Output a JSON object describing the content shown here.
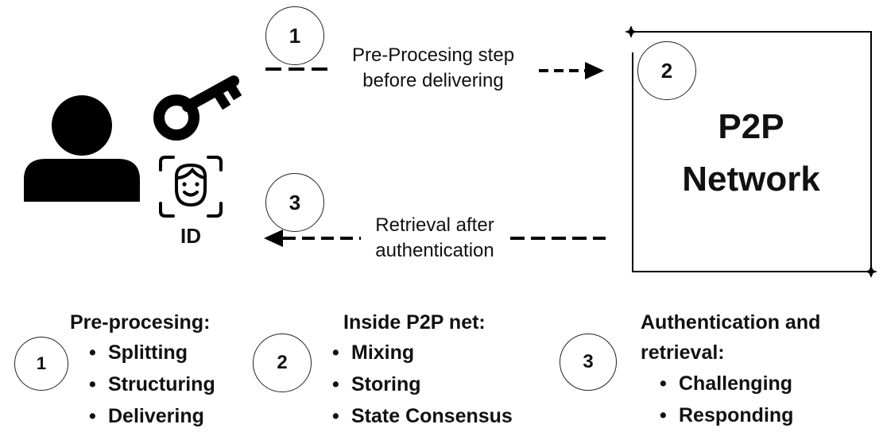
{
  "user": {
    "id_label": "ID"
  },
  "flow": {
    "step1": {
      "number": "1",
      "line1": "Pre-Procesing step",
      "line2": "before delivering"
    },
    "step3": {
      "number": "3",
      "line1": "Retrieval after",
      "line2": "authentication"
    }
  },
  "network": {
    "number": "2",
    "line1": "P2P",
    "line2": "Network"
  },
  "legend": {
    "preprocessing": {
      "number": "1",
      "title": "Pre-procesing:",
      "items": [
        "Splitting",
        "Structuring",
        "Delivering"
      ]
    },
    "inside": {
      "number": "2",
      "title": "Inside P2P net:",
      "items": [
        "Mixing",
        "Storing",
        "State Consensus"
      ]
    },
    "auth": {
      "number": "3",
      "title_line1": "Authentication and",
      "title_line2": "retrieval:",
      "items": [
        "Challenging",
        "Responding"
      ]
    }
  }
}
